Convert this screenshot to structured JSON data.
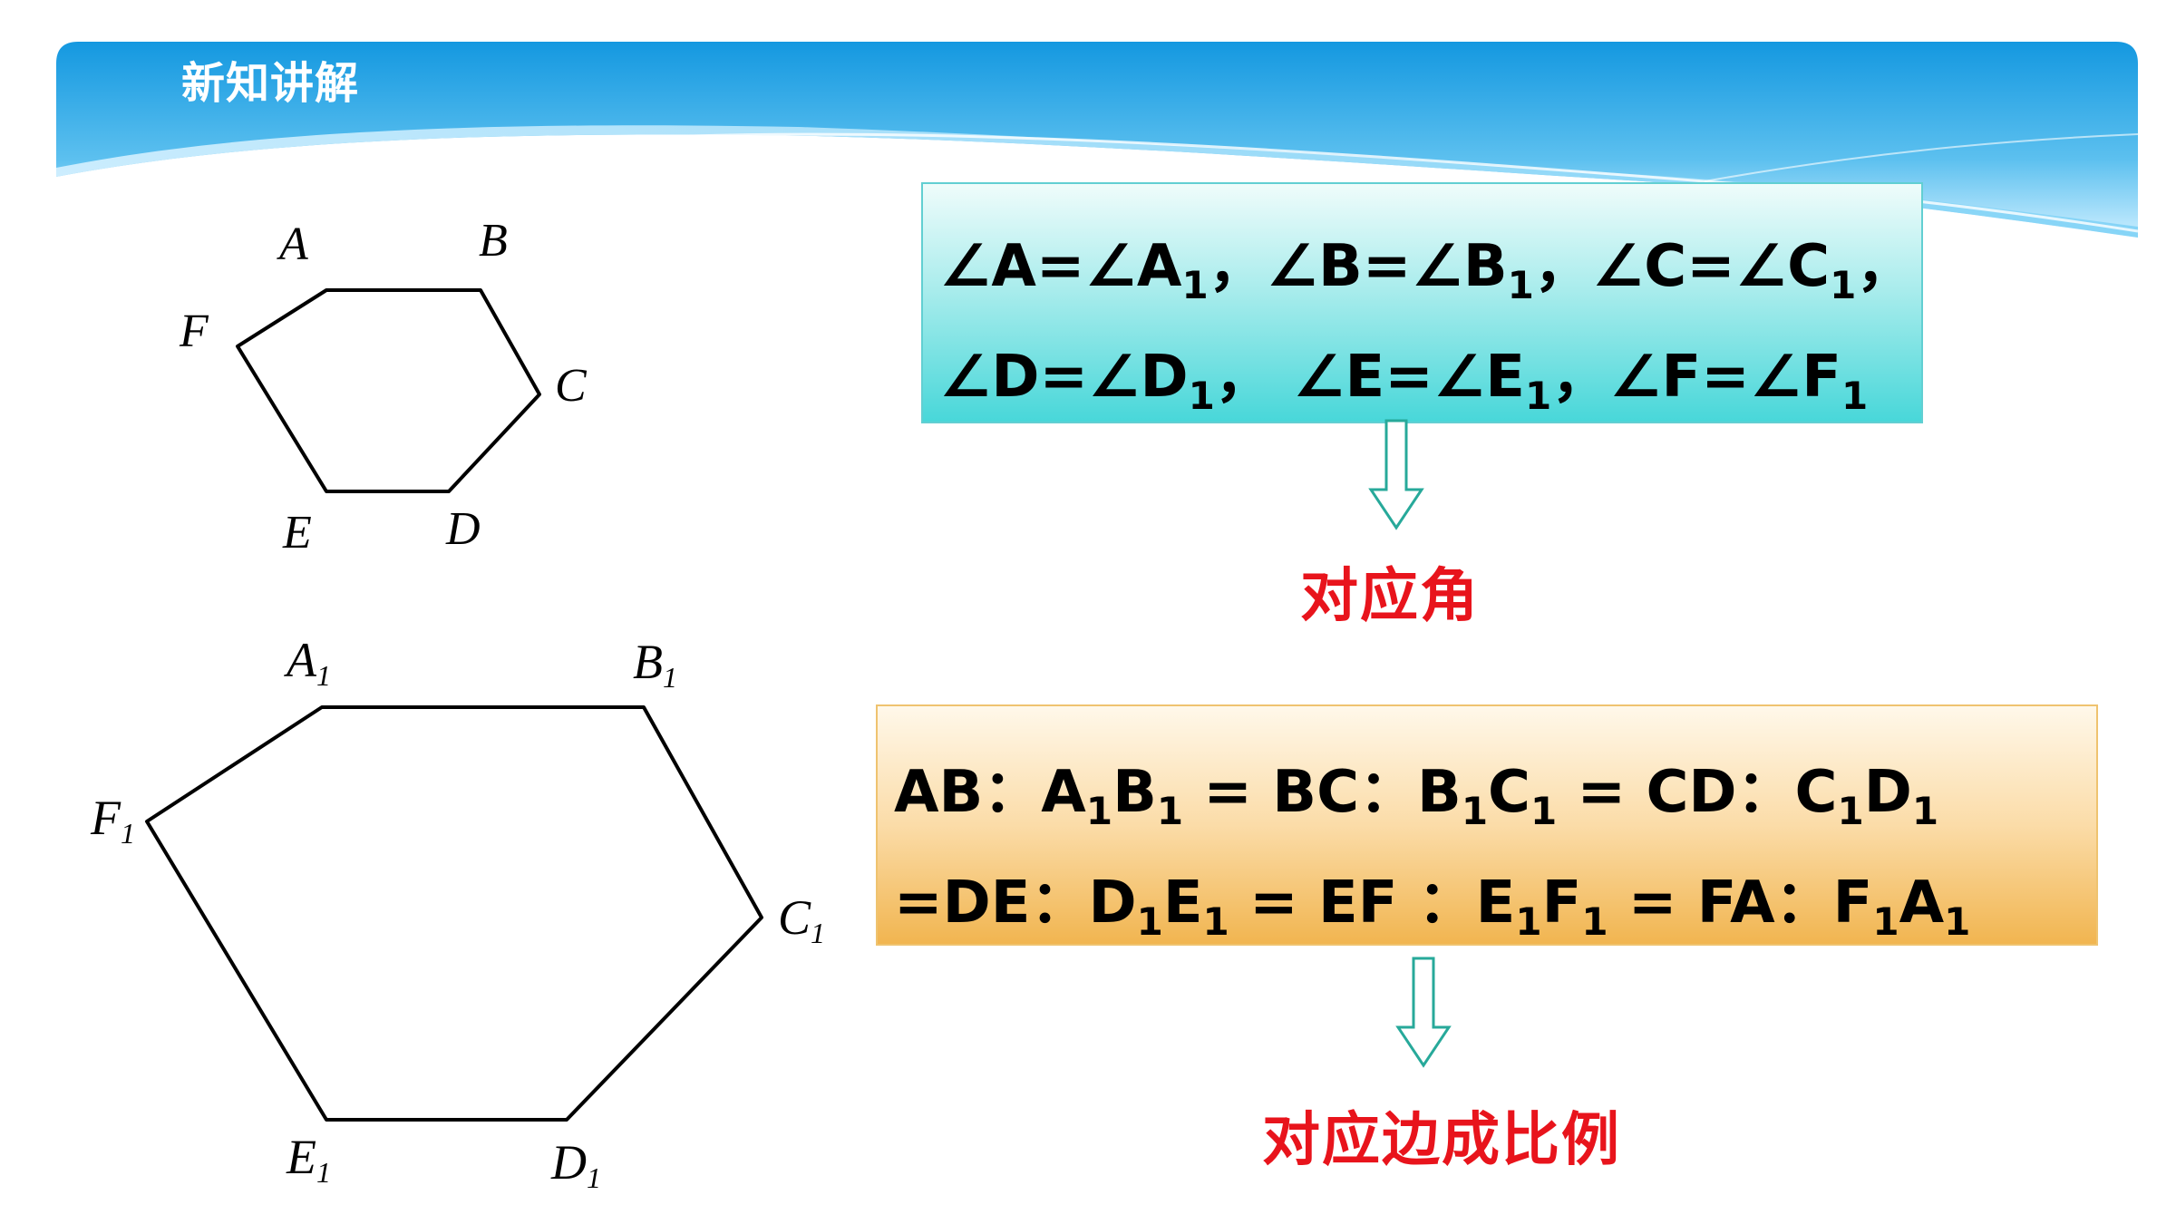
{
  "slide": {
    "title": "新知讲解"
  },
  "colors": {
    "banner_dark": "#1498e0",
    "banner_light": "#cbeeff",
    "angle_box_top": "#effcfb",
    "angle_box_bottom": "#48d7d9",
    "side_box_top": "#fff8ea",
    "side_box_bottom": "#f1b550",
    "caption": "#e8141c",
    "arrow": "#27a99a"
  },
  "small_hexagon": {
    "vertices": [
      "A",
      "B",
      "C",
      "D",
      "E",
      "F"
    ]
  },
  "large_hexagon": {
    "vertices": [
      "A",
      "B",
      "C",
      "D",
      "E",
      "F"
    ],
    "subscript": "1"
  },
  "angle_equalities": {
    "line1": [
      "∠A=∠A",
      "1",
      "，∠B=∠B",
      "1",
      "，∠C=∠C",
      "1",
      "，"
    ],
    "line2": [
      "∠D=∠D",
      "1",
      "， ∠E=∠E",
      "1",
      "，∠F=∠F",
      "1"
    ]
  },
  "side_ratios": {
    "line1": [
      "AB：A",
      "1",
      "B",
      "1",
      " = BC：B",
      "1",
      "C",
      "1",
      " =  CD：C",
      "1",
      "D",
      "1"
    ],
    "line2": [
      "=DE：D",
      "1",
      "E",
      "1",
      " = EF ：E",
      "1",
      "F",
      "1",
      " =   FA：F",
      "1",
      "A",
      "1"
    ]
  },
  "captions": {
    "corresponding_angles": "对应角",
    "sides_proportional": "对应边成比例"
  },
  "icons": {
    "down_arrow": "hollow-down-arrow-icon"
  }
}
